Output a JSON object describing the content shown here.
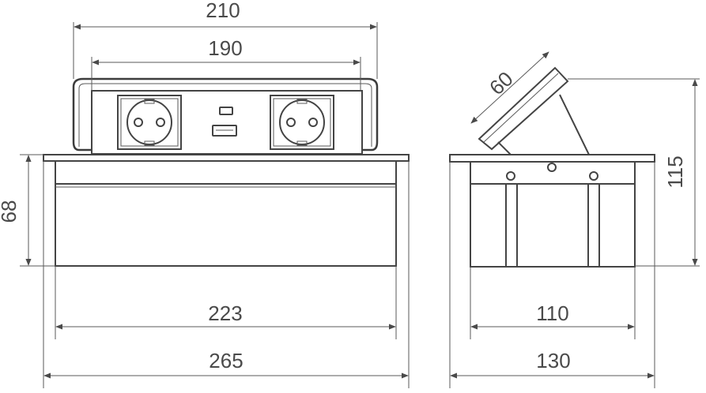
{
  "front_view": {
    "dim_top_outer": "210",
    "dim_top_inner": "190",
    "dim_height": "68",
    "dim_bottom_inner": "223",
    "dim_bottom_outer": "265"
  },
  "side_view": {
    "dim_lid": "60",
    "dim_height": "115",
    "dim_bottom_inner": "110",
    "dim_bottom_outer": "130"
  }
}
